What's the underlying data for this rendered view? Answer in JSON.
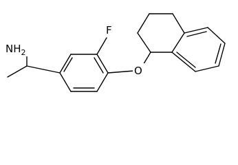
{
  "molecule": {
    "atoms": {
      "amine": "NH",
      "amine_h_count": "2",
      "fluorine": "F",
      "ether_oxygen": "O"
    },
    "colors": {
      "bond": "#000000",
      "label": "#000000",
      "background": "#ffffff"
    }
  }
}
